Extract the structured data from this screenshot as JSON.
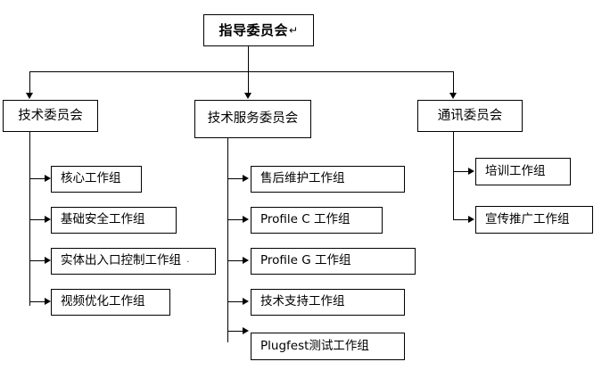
{
  "diagram": {
    "type": "organization-chart",
    "title_box": {
      "label": "指导委员会",
      "mark": "↵"
    },
    "branches": [
      {
        "id": "technical-committee",
        "label": "技术委员会",
        "children": [
          {
            "label": "核心工作组"
          },
          {
            "label": "基础安全工作组"
          },
          {
            "label": "实体出入口控制工作组",
            "mark": "·"
          },
          {
            "label": "视频优化工作组"
          }
        ]
      },
      {
        "id": "technical-service-committee",
        "label": "技术服务委员会",
        "children": [
          {
            "label": "售后维护工作组"
          },
          {
            "label": "Profile C 工作组"
          },
          {
            "label": "Profile G 工作组"
          },
          {
            "label": "技术支持工作组"
          },
          {
            "label": "Plugfest测试工作组"
          }
        ]
      },
      {
        "id": "communication-committee",
        "label": "通讯委员会",
        "children": [
          {
            "label": "培训工作组"
          },
          {
            "label": "宣传推广工作组"
          }
        ]
      }
    ],
    "colors": {
      "background": "#ffffff",
      "line": "#000000",
      "text": "#000000"
    }
  }
}
